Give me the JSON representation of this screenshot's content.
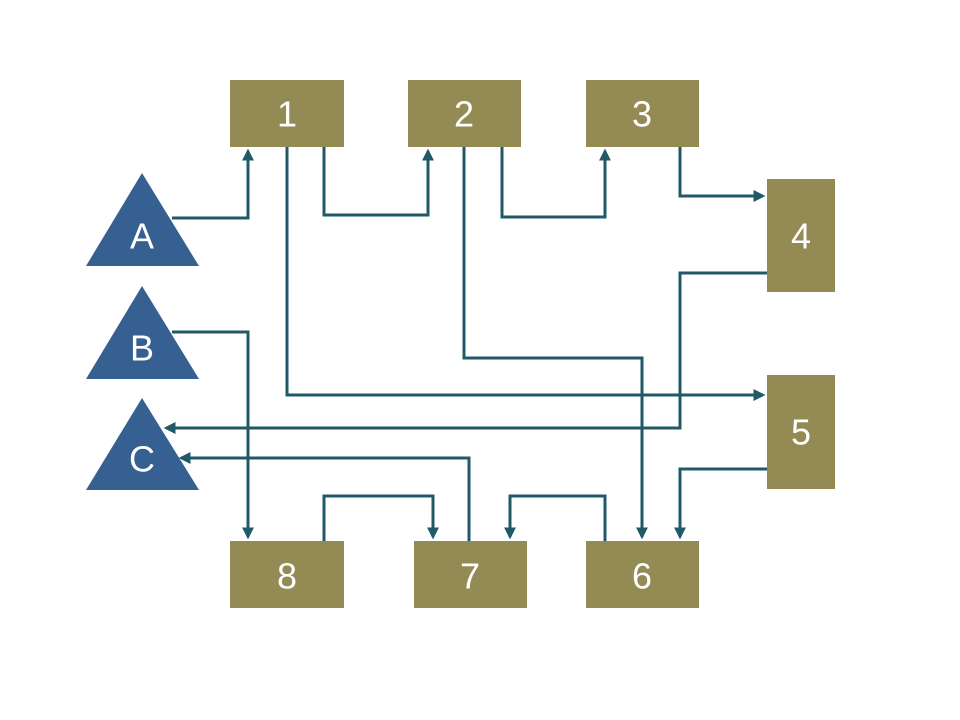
{
  "colors": {
    "box_fill": "#948a54",
    "triangle_fill": "#376092",
    "connector": "#215968",
    "label_text": "#ffffff"
  },
  "boxes": {
    "b1": {
      "label": "1"
    },
    "b2": {
      "label": "2"
    },
    "b3": {
      "label": "3"
    },
    "b4": {
      "label": "4"
    },
    "b5": {
      "label": "5"
    },
    "b6": {
      "label": "6"
    },
    "b7": {
      "label": "7"
    },
    "b8": {
      "label": "8"
    }
  },
  "triangles": {
    "a": {
      "label": "A"
    },
    "b": {
      "label": "B"
    },
    "c": {
      "label": "C"
    }
  },
  "connections": [
    {
      "from": "A",
      "to": "1"
    },
    {
      "from": "1",
      "to": "2"
    },
    {
      "from": "2",
      "to": "3"
    },
    {
      "from": "3",
      "to": "4"
    },
    {
      "from": "1",
      "to": "5"
    },
    {
      "from": "2",
      "to": "6"
    },
    {
      "from": "4",
      "to": "C"
    },
    {
      "from": "5",
      "to": "6"
    },
    {
      "from": "6",
      "to": "7"
    },
    {
      "from": "8",
      "to": "7"
    },
    {
      "from": "7",
      "to": "C"
    },
    {
      "from": "B",
      "to": "8"
    }
  ]
}
